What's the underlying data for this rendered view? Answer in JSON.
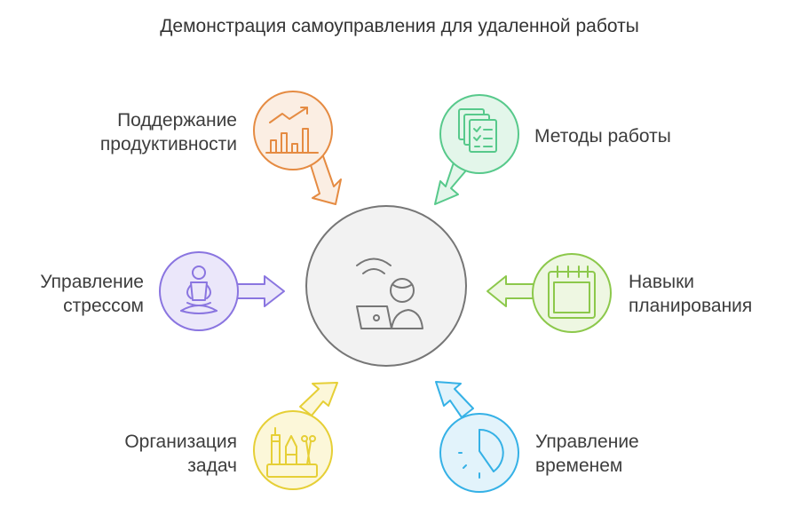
{
  "title": "Демонстрация самоуправления для удаленной работы",
  "center": {
    "icon": "remote-worker-icon"
  },
  "nodes": [
    {
      "id": "productivity",
      "lines": [
        "Поддержание",
        "продуктивности"
      ],
      "icon": "chart-growth-icon",
      "color": "#e58b42",
      "fill": "#fbeee3"
    },
    {
      "id": "methods",
      "lines": [
        "Методы работы"
      ],
      "icon": "checklist-icon",
      "color": "#57c98b",
      "fill": "#e3f6ea"
    },
    {
      "id": "stress",
      "lines": [
        "Управление",
        "стрессом"
      ],
      "icon": "meditation-icon",
      "color": "#8a75e0",
      "fill": "#ebe7fa"
    },
    {
      "id": "planning",
      "lines": [
        "Навыки",
        "планирования"
      ],
      "icon": "calendar-icon",
      "color": "#8cc84b",
      "fill": "#eef7e2"
    },
    {
      "id": "tasks",
      "lines": [
        "Организация",
        "задач"
      ],
      "icon": "organizer-icon",
      "color": "#e6cf36",
      "fill": "#fcf7d9"
    },
    {
      "id": "time",
      "lines": [
        "Управление",
        "временем"
      ],
      "icon": "timer-icon",
      "color": "#35b1e6",
      "fill": "#e2f3fb"
    }
  ]
}
